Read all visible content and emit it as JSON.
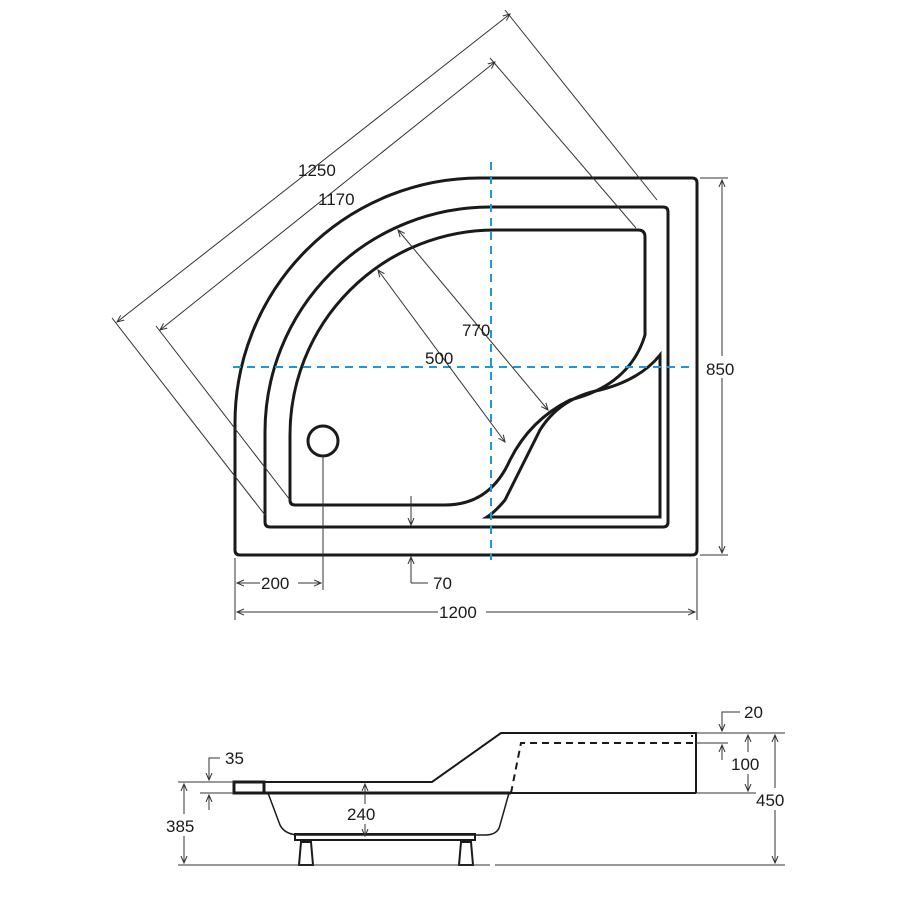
{
  "title": "Corner shower tray technical drawing",
  "top_view": {
    "dim_diagonal_outer": "1250",
    "dim_diagonal_inner": "1170",
    "dim_770": "770",
    "dim_500": "500",
    "dim_height": "850",
    "dim_drain_offset": "200",
    "dim_rim": "70",
    "dim_width": "1200"
  },
  "side_view": {
    "dim_rim_thickness": "35",
    "dim_total_left": "385",
    "dim_depth": "240",
    "dim_top_offset": "20",
    "dim_seat": "100",
    "dim_total_right": "450"
  },
  "colors": {
    "line": "#1a1a1a",
    "axis": "#1a9ad6"
  }
}
